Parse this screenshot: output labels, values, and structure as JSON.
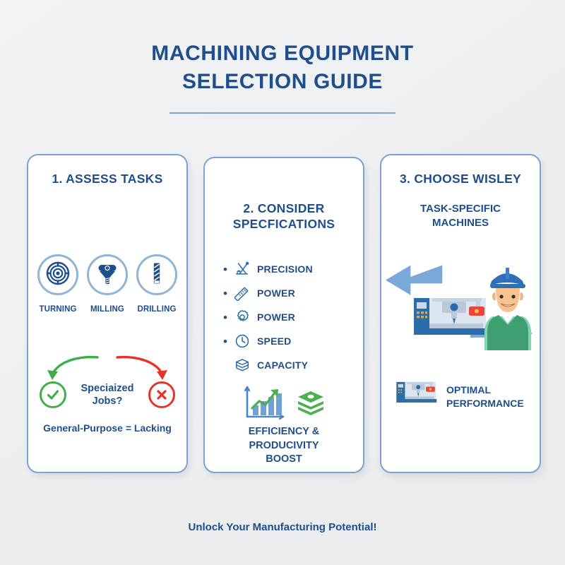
{
  "colors": {
    "background": "#eff0f2",
    "brand_blue": "#1f4e8c",
    "card_border": "#79a3d0",
    "icon_blue": "#2b6cab",
    "accent_light_blue": "#7aa9d9",
    "success_green": "#3fae49",
    "error_red": "#e8322a",
    "card_bg": "#ffffff"
  },
  "header": {
    "title_line1": "MACHINING EQUIPMENT",
    "title_line2": "SELECTION GUIDE"
  },
  "cards": [
    {
      "id": "assess-tasks",
      "heading": "1. ASSESS TASKS",
      "tools": [
        {
          "label": "TURNING",
          "icon": "lathe-chuck-icon"
        },
        {
          "label": "MILLING",
          "icon": "end-mill-cutter-icon"
        },
        {
          "label": "DRILLING",
          "icon": "drill-bit-icon"
        }
      ],
      "decision": {
        "question": "Speciaized Jobs?",
        "positive_icon": "check-circle-icon",
        "negative_icon": "x-circle-icon",
        "footnote": "General-Purpose = Lacking"
      }
    },
    {
      "id": "consider-specifications",
      "heading_line1": "2. CONSIDER",
      "heading_line2": "SPECFICATIONS",
      "specs": [
        {
          "label": "PRECISION",
          "icon": "compass-divider-icon",
          "bullet": true
        },
        {
          "label": "POWER",
          "icon": "ruler-icon",
          "bullet": true
        },
        {
          "label": "POWER",
          "icon": "gear-icon",
          "bullet": true
        },
        {
          "label": "SPEED",
          "icon": "clock-icon",
          "bullet": true
        },
        {
          "label": "CAPACITY",
          "icon": "layers-stack-icon",
          "bullet": false
        }
      ],
      "boost": {
        "chart_icon": "growth-bar-chart-icon",
        "layers_icon": "green-layers-icon",
        "caption_line1": "EFFICIENCY &",
        "caption_line2": "PRODUCIVITY",
        "caption_line3": "BOOST"
      }
    },
    {
      "id": "choose-wisley",
      "heading": "3. CHOOSE WISLEY",
      "subheading_line1": "TASK-SPECIFIC",
      "subheading_line2": "MACHINES",
      "scene": {
        "left_arrow_icon": "arrow-left-icon",
        "right_arrow_icon": "arrow-right-icon",
        "machine_icon": "cnc-machine-icon",
        "worker_icon": "worker-hardhat-icon"
      },
      "optimal": {
        "machine_icon": "cnc-machine-icon",
        "text_line1": "OPTIMAL",
        "text_line2": "PERFORMANCE"
      }
    }
  ],
  "footer": {
    "tagline": "Unlock Your Manufacturing Potential!"
  }
}
